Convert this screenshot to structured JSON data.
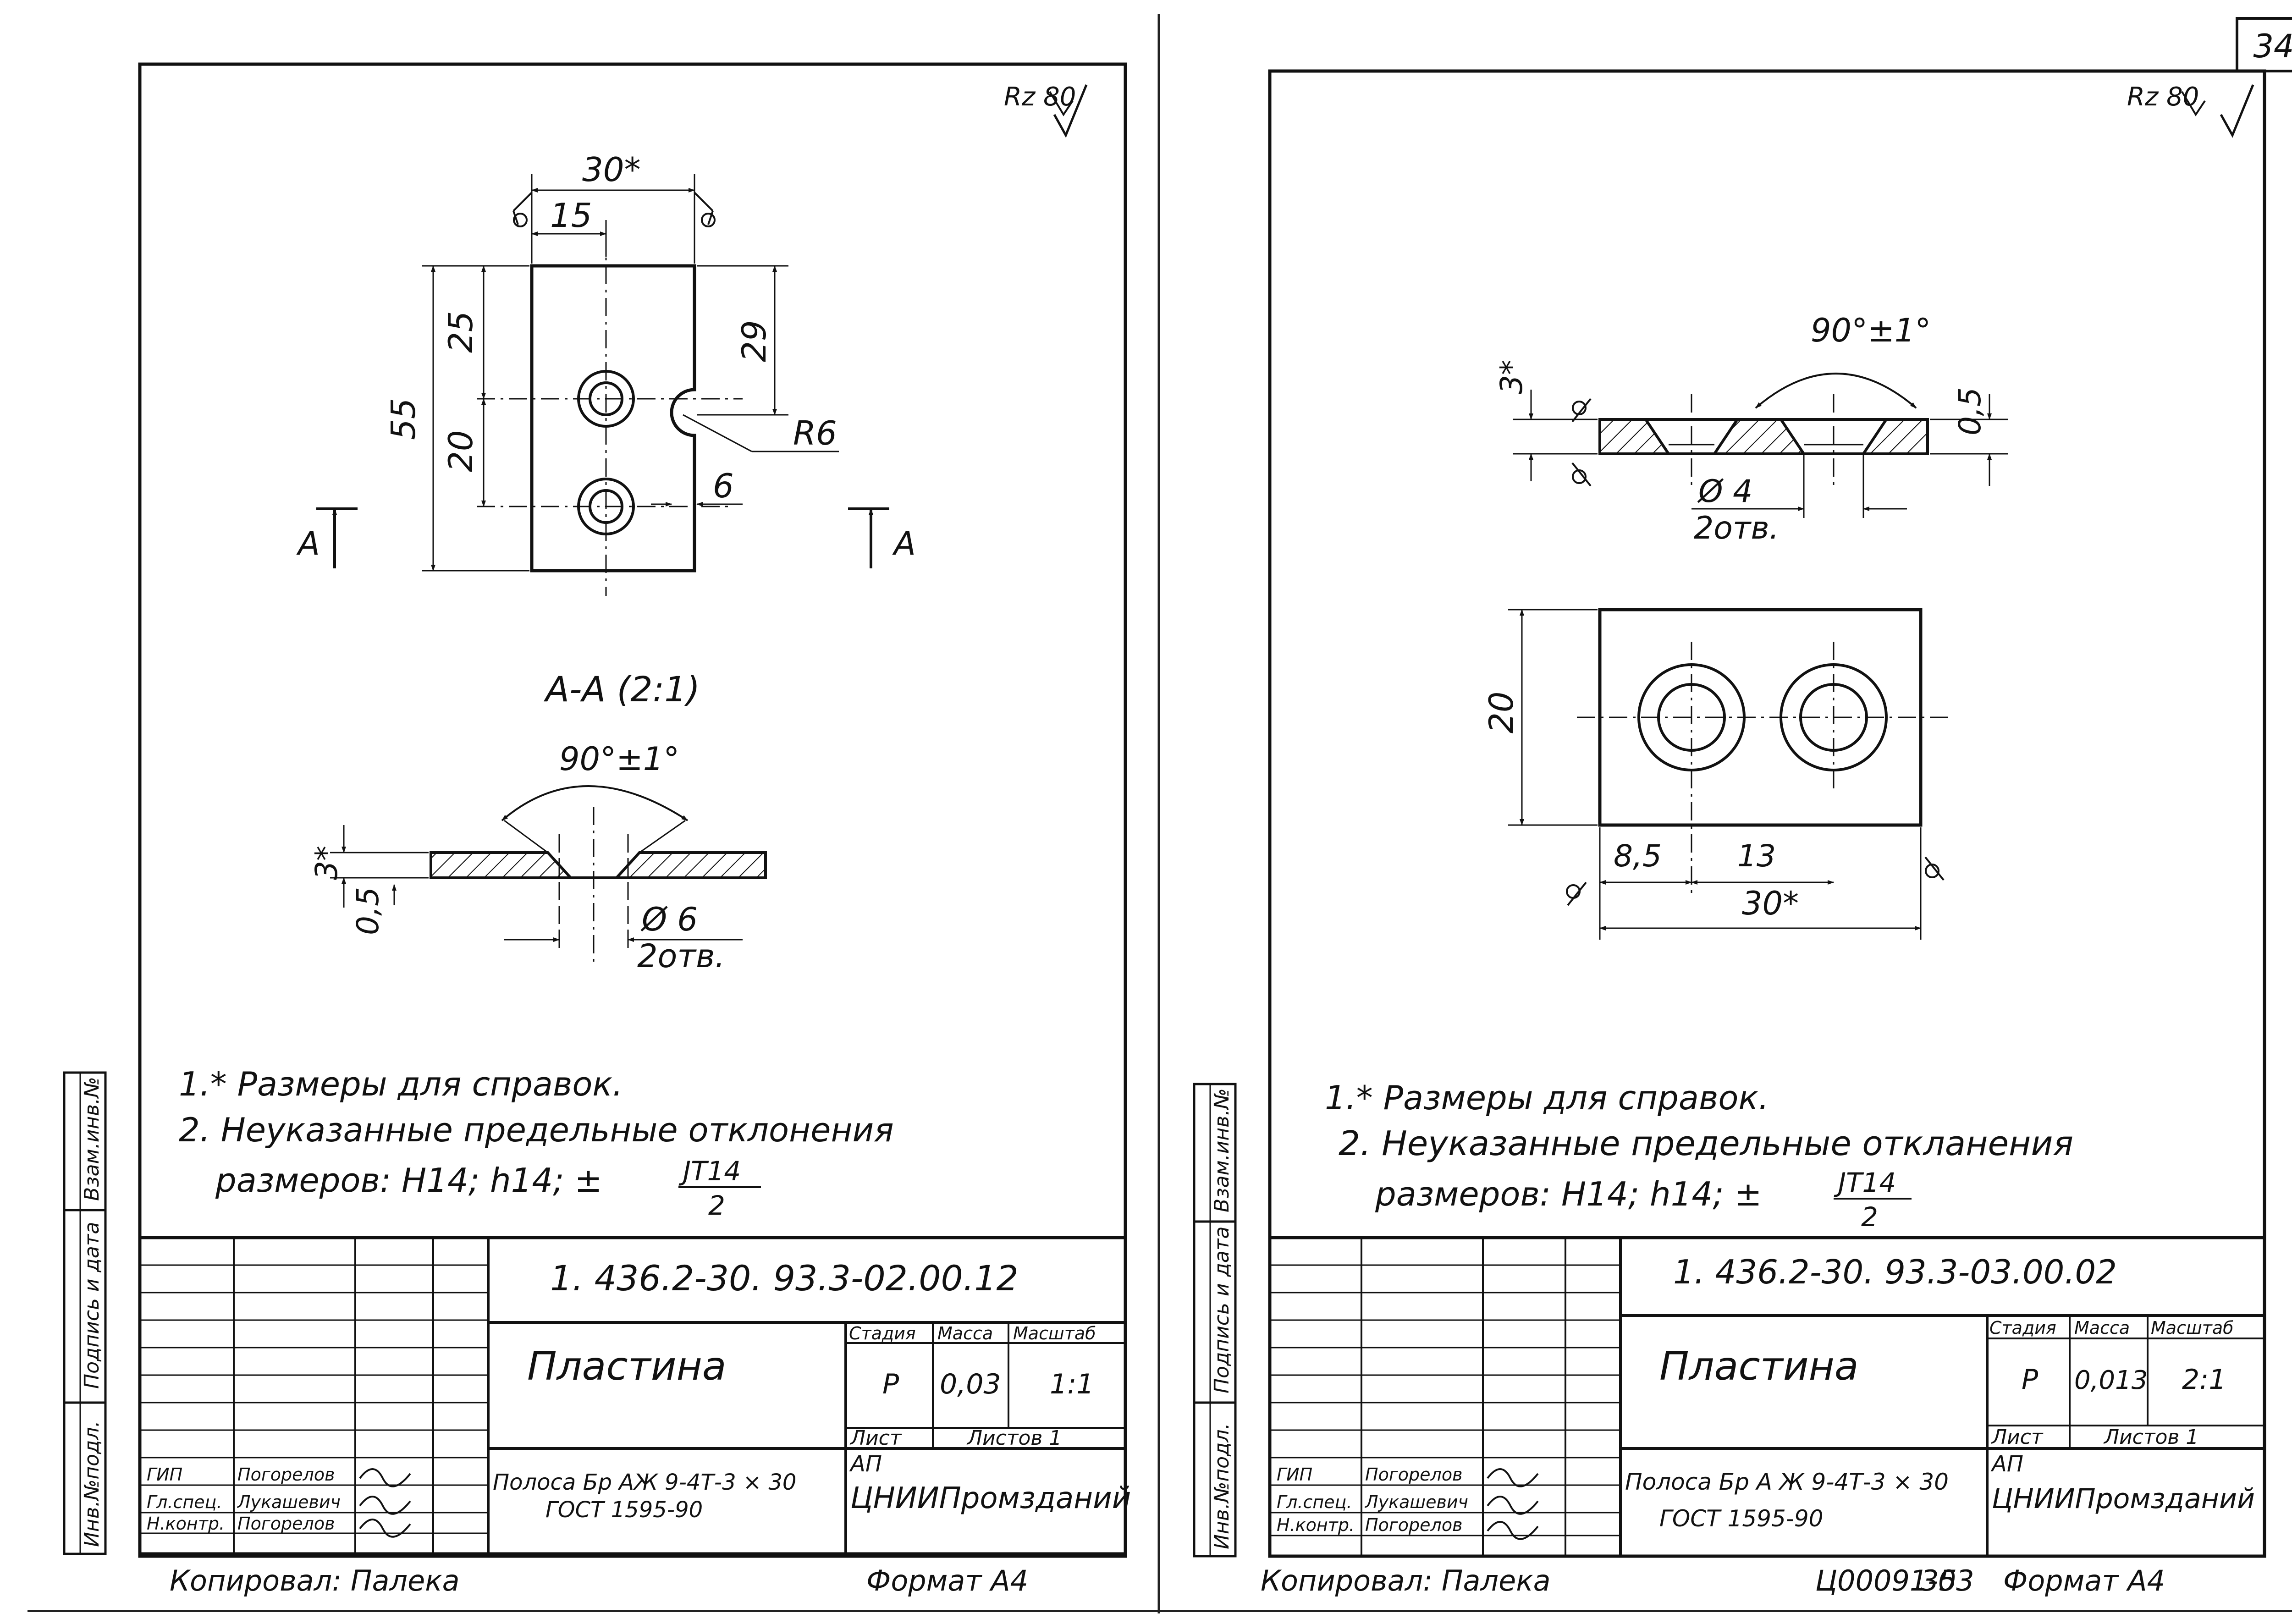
{
  "page_number": "34",
  "left": {
    "roughness": "Rz 80",
    "dims": {
      "width_ref": "30*",
      "hole_offset": "15",
      "height_total": "55",
      "upper": "25",
      "lower": "20",
      "right_top": "29",
      "radius": "R6",
      "notch": "6"
    },
    "section_mark": "А",
    "section_title": "А-А (2:1)",
    "angle": "90°±1°",
    "thickness": "3*",
    "chamfer": "0,5",
    "hole_dia": "Ø 6",
    "holes_count": "2отв.",
    "notes": {
      "n1": "1.* Размеры для справок.",
      "n2": "2. Неуказанные предельные отклонения",
      "n3": "размеров: H14; h14; ±",
      "frac_top": "JT14",
      "frac_bottom": "2"
    },
    "title_block": {
      "code": "1. 436.2-30. 93.3-02.00.12",
      "name": "Пластина",
      "stage_label": "Стадия",
      "mass_label": "Масса",
      "scale_label": "Масштаб",
      "stage": "Р",
      "mass": "0,03",
      "scale": "1:1",
      "sheet_label": "Лист",
      "sheets_label": "Листов 1",
      "material_1": "Полоса Бр АЖ 9-4Т-3 × 30",
      "material_2": "ГОСТ 1595-90",
      "org_1": "АП",
      "org_2": "ЦНИИПромзданий",
      "role_1": "ГИП",
      "role_2": "Гл.спец.",
      "role_3": "Н.контр.",
      "name_1": "Погорелов",
      "name_2": "Лукашевич",
      "name_3": "Погорелов"
    },
    "side": {
      "s1": "Взам.инв.№",
      "s2": "Подпись и дата",
      "s3": "Инв.№подл."
    },
    "copied": "Копировал: Палека",
    "format": "Формат А4"
  },
  "right": {
    "roughness": "Rz 80",
    "angle": "90°±1°",
    "thickness": "3*",
    "chamfer": "0,5",
    "hole_dia": "Ø 4",
    "holes_count": "2отв.",
    "height": "20",
    "d1": "8,5",
    "d2": "13",
    "width_ref": "30*",
    "notes": {
      "n1": "1.* Размеры для справок.",
      "n2": "2. Неуказанные предельные откланения",
      "n3": "размеров: H14; h14; ±",
      "frac_top": "JT14",
      "frac_bottom": "2"
    },
    "title_block": {
      "code": "1. 436.2-30. 93.3-03.00.02",
      "name": "Пластина",
      "stage_label": "Стадия",
      "mass_label": "Масса",
      "scale_label": "Масштаб",
      "stage": "Р",
      "mass": "0,013",
      "scale": "2:1",
      "sheet_label": "Лист",
      "sheets_label": "Листов 1",
      "material_1": "Полоса Бр А Ж 9-4Т-3 × 30",
      "material_2": "ГОСТ 1595-90",
      "org_1": "АП",
      "org_2": "ЦНИИПромзданий",
      "role_1": "ГИП",
      "role_2": "Гл.спец.",
      "role_3": "Н.контр.",
      "name_1": "Погорелов",
      "name_2": "Лукашевич",
      "name_3": "Погорелов"
    },
    "side": {
      "s1": "Взам.инв.№",
      "s2": "Подпись и дата",
      "s3": "Инв.№подл."
    },
    "copied": "Копировал: Палека",
    "doc_number": "Ц00091-03",
    "page": "35",
    "format": "Формат А4"
  }
}
